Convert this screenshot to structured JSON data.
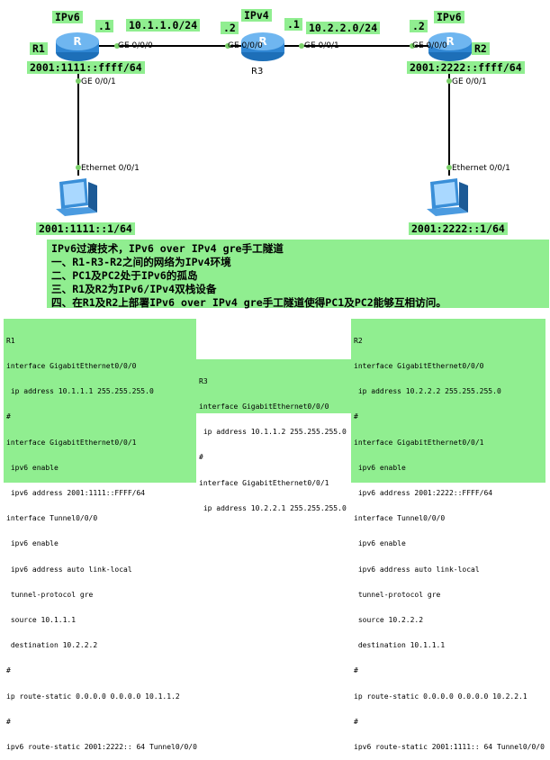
{
  "topology": {
    "r1": {
      "name": "R1",
      "proto": "IPv6",
      "octet": ".1",
      "ipv6": "2001:1111::ffff/64",
      "port_right": "GE 0/0/0",
      "port_down": "GE 0/0/1"
    },
    "r3": {
      "name": "R3",
      "proto": "IPv4",
      "octet_left": ".2",
      "octet_right": ".1",
      "port_left": "GE 0/0/0",
      "port_right": "GE 0/0/1"
    },
    "r2": {
      "name": "R2",
      "proto": "IPv6",
      "octet": ".2",
      "ipv6": "2001:2222::ffff/64",
      "port_left": "GE 0/0/0",
      "port_down": "GE 0/0/1"
    },
    "net_left": "10.1.1.0/24",
    "net_right": "10.2.2.0/24",
    "pc1": {
      "port": "Ethernet 0/0/1",
      "ipv6": "2001:1111::1/64"
    },
    "pc2": {
      "port": "Ethernet 0/0/1",
      "ipv6": "2001:2222::1/64"
    }
  },
  "notes": [
    "IPv6过渡技术，IPv6 over IPv4 gre手工隧道",
    "一、R1-R3-R2之间的网络为IPv4环境",
    "二、PC1及PC2处于IPv6的孤岛",
    "三、R1及R2为IPv6/IPv4双栈设备",
    "四、在R1及R2上部署IPv6 over IPv4 gre手工隧道使得PC1及PC2能够互相访问。"
  ],
  "config_r1": [
    "R1",
    "interface GigabitEthernet0/0/0",
    " ip address 10.1.1.1 255.255.255.0",
    "#",
    "interface GigabitEthernet0/0/1",
    " ipv6 enable",
    " ipv6 address 2001:1111::FFFF/64",
    "interface Tunnel0/0/0",
    " ipv6 enable",
    " ipv6 address auto link-local",
    " tunnel-protocol gre",
    " source 10.1.1.1",
    " destination 10.2.2.2",
    "#",
    "ip route-static 0.0.0.0 0.0.0.0 10.1.1.2",
    "#",
    "ipv6 route-static 2001:2222:: 64 Tunnel0/0/0"
  ],
  "config_r3": [
    "R3",
    "interface GigabitEthernet0/0/0",
    " ip address 10.1.1.2 255.255.255.0",
    "#",
    "interface GigabitEthernet0/0/1",
    " ip address 10.2.2.1 255.255.255.0"
  ],
  "config_r2": [
    "R2",
    "interface GigabitEthernet0/0/0",
    " ip address 10.2.2.2 255.255.255.0",
    "#",
    "interface GigabitEthernet0/0/1",
    " ipv6 enable",
    " ipv6 address 2001:2222::FFFF/64",
    "interface Tunnel0/0/0",
    " ipv6 enable",
    " ipv6 address auto link-local",
    " tunnel-protocol gre",
    " source 10.2.2.2",
    " destination 10.1.1.1",
    "#",
    "ip route-static 0.0.0.0 0.0.0.0 10.2.2.1",
    "#",
    "ipv6 route-static 2001:1111:: 64 Tunnel0/0/0"
  ]
}
